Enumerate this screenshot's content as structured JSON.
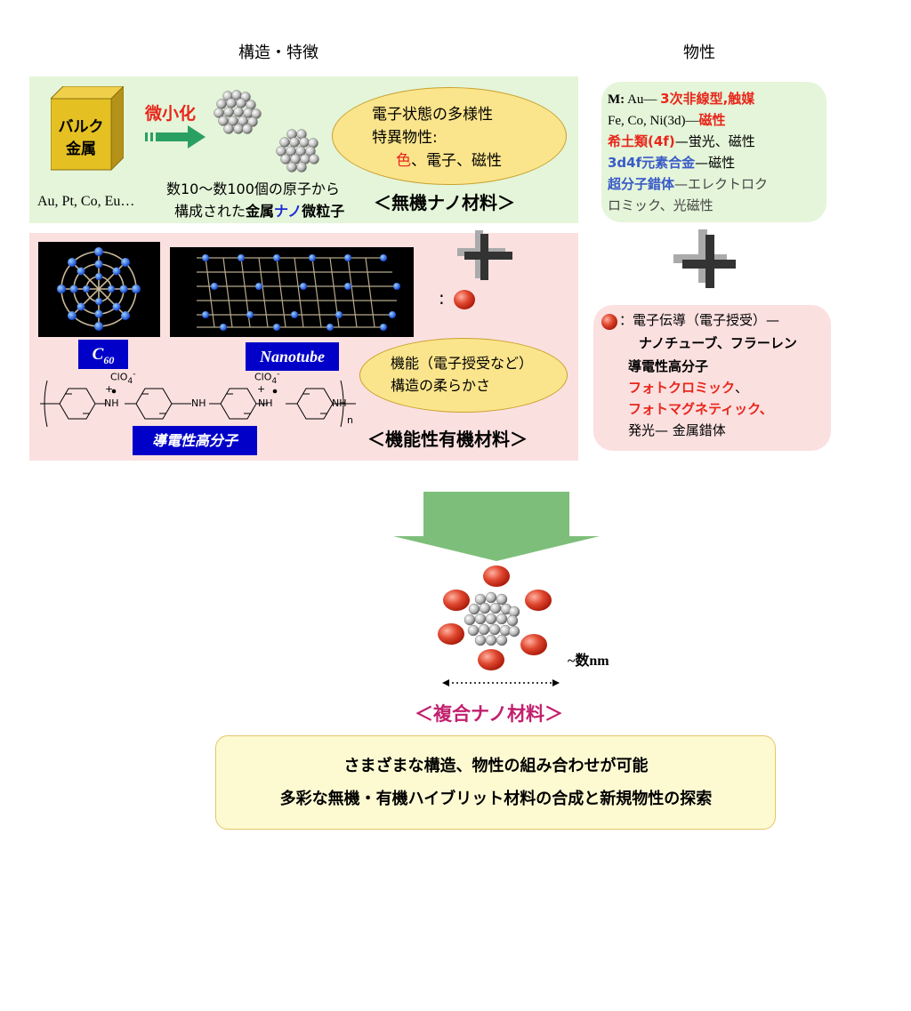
{
  "headers": {
    "structure": "構造・特徴",
    "properties": "物性"
  },
  "inorganic": {
    "bulk_line1": "バルク",
    "bulk_line2": "金属",
    "miniaturize": "微小化",
    "metals": "Au, Pt, Co, Eu…",
    "desc_line1": "数10～数100個の原子から",
    "desc_line2_a": "構成された",
    "desc_line2_b": "金属",
    "desc_line2_c": "ナノ",
    "desc_line2_d": "微粒子",
    "ellipse_line1": "電子状態の多様性",
    "ellipse_line2": "特異物性:",
    "ellipse_line3_a": "色",
    "ellipse_line3_b": "、電子、磁性",
    "title": "＜無機ナノ材料＞"
  },
  "organic": {
    "c60_label": "C",
    "c60_sub": "60",
    "nanotube_label": "Nanotube",
    "polymer_label": "導電性高分子",
    "colon": ":",
    "ellipse_line1": "機能（電子授受など）",
    "ellipse_line2": "構造の柔らかさ",
    "title": "＜機能性有機材料＞",
    "chem_clo4_1": "ClO",
    "chem_clo4_2": "ClO",
    "chem_sub4": "4",
    "chem_minus": "-",
    "chem_plus": "+",
    "chem_nh1": "NH",
    "chem_nh2": "NH",
    "chem_nh3": "NH",
    "chem_nh4": "NH",
    "chem_n": "n"
  },
  "properties_top": {
    "l1_a": "M:",
    "l1_b": " Au— ",
    "l1_c": "3次非線型,触媒",
    "l2_a": "Fe, Co, Ni(3d)—",
    "l2_b": "磁性",
    "l3_a": "希土類(4f)",
    "l3_b": "—蛍光、磁性",
    "l4_a": "3d4f元素合金",
    "l4_b": "—磁性",
    "l5_a": "超分子錯体",
    "l5_b": "—エレクトロク",
    "l6": "ロミック、光磁性"
  },
  "properties_bottom": {
    "l1": "：電子伝導（電子授受）—",
    "l2": "ナノチューブ、フラーレン",
    "l3": "導電性高分子",
    "l4": "フォトクロミック",
    "l4_b": "、",
    "l5": "フォトマグネティック、",
    "l6": "発光—  金属錯体"
  },
  "composite": {
    "size": "~数nm",
    "title": "＜複合ナノ材料＞"
  },
  "summary": {
    "line1": "さまざまな構造、物性の組み合わせが可能",
    "line2": "多彩な無機・有機ハイブリット材料の合成と新規物性の探索"
  },
  "colors": {
    "green_panel": "#e4f5d9",
    "pink_panel": "#fbe0e0",
    "ellipse": "#fbe58c",
    "accent_red": "#e8261b",
    "accent_blue": "#3a5ac8",
    "title_magenta": "#c2206e",
    "arrow_green": "#7dbf7a",
    "label_blue": "#0000c8"
  }
}
